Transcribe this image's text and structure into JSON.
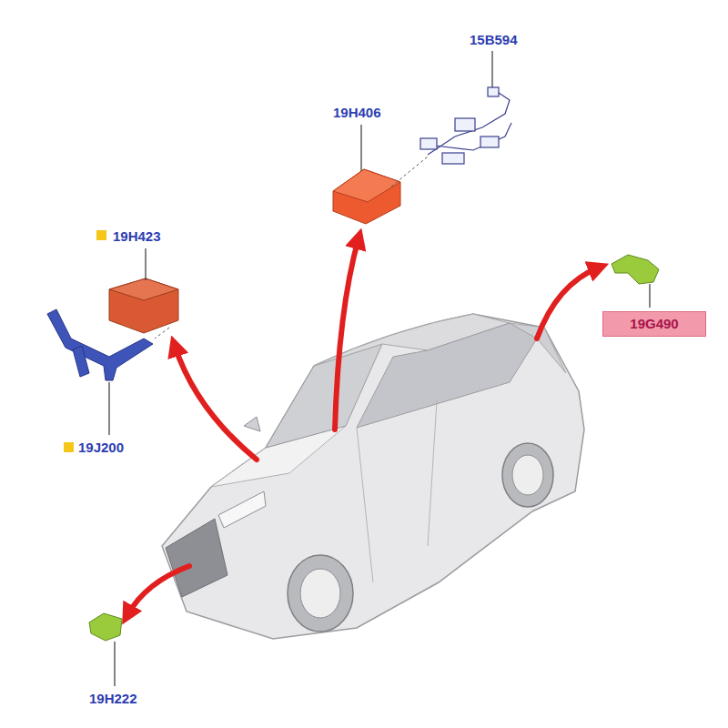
{
  "diagram": {
    "nodes": [
      {
        "text": [
          "19G490"
        ]
      }
    ],
    "labels": [
      "15B594",
      "19H406",
      "19H423",
      "19J200",
      "19H222"
    ]
  }
}
